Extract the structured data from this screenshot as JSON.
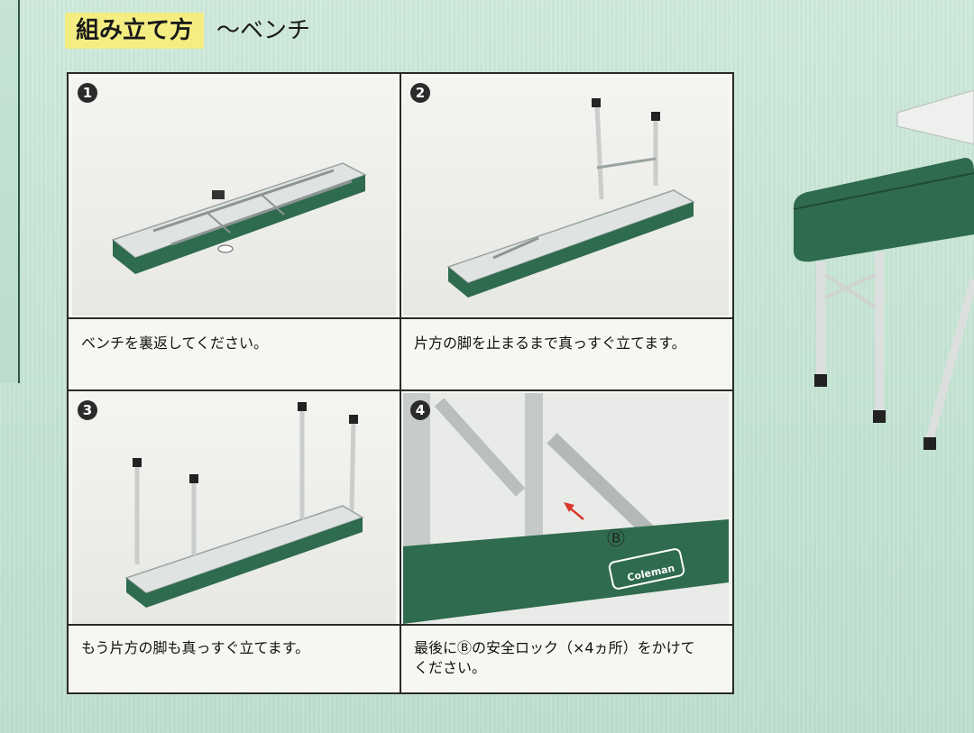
{
  "header": {
    "title": "組み立て方",
    "subtitle": "〜ベンチ"
  },
  "steps": [
    {
      "number": "1",
      "caption": "ベンチを裏返してください。"
    },
    {
      "number": "2",
      "caption": "片方の脚を止まるまで真っすぐ立てます。"
    },
    {
      "number": "3",
      "caption": "もう片方の脚も真っすぐ立てます。"
    },
    {
      "number": "4",
      "caption_line1": "最後にⒷの安全ロック（×4ヵ所）をかけて",
      "caption_line2": "ください。",
      "lock_label": "Ⓑ"
    }
  ],
  "logo_text": "Coleman",
  "colors": {
    "background": "#c9e6d8",
    "title_highlight": "#f4ee82",
    "bench_green": "#2f6b4e",
    "arrow_red": "#d8392b"
  }
}
